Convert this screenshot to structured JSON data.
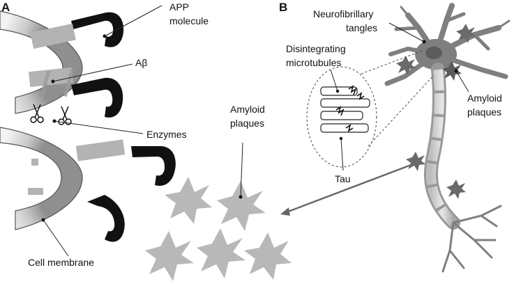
{
  "panel_a": {
    "letter": "A",
    "app_molecule": [
      "APP",
      "molecule"
    ],
    "abeta": "Aβ",
    "enzymes": "Enzymes",
    "amyloid_plaques": [
      "Amyloid",
      "plaques"
    ],
    "cell_membrane": "Cell membrane"
  },
  "panel_b": {
    "letter": "B",
    "neurofibrillary_tangles": [
      "Neurofibrillary",
      "tangles"
    ],
    "disintegrating_microtubules": [
      "Disintegrating",
      "microtubules"
    ],
    "amyloid_plaques": [
      "Amyloid",
      "plaques"
    ],
    "tau": "Tau"
  },
  "colors": {
    "membrane_light": "#e6e6e6",
    "membrane_dark": "#a8a8a8",
    "app_black": "#111111",
    "abeta_gray": "#b3b3b3",
    "plaque_gray": "#b8b8b8",
    "neuron_fill": "#7f7f7f",
    "neuron_light": "#d2d2d2"
  },
  "icons": [
    "scissors-icon",
    "plaque-star-icon"
  ]
}
